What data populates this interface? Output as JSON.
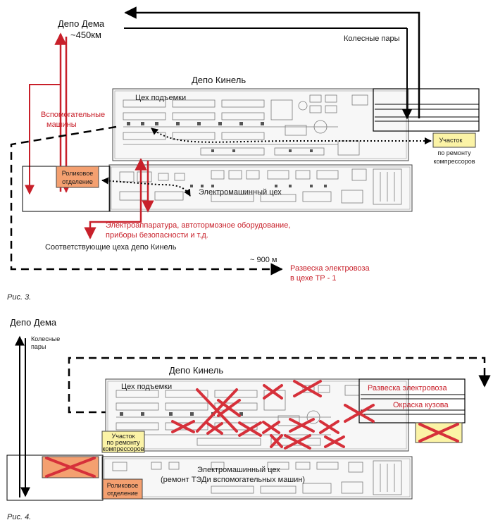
{
  "fig3": {
    "depot_dema": "Депо Дема",
    "distance_top": "~450км",
    "wheelsets": "Колесные пары",
    "depot_kinel": "Депо Кинель",
    "lifting_shop": "Цех подъемки",
    "aux_machines_line1": "Вспомогательные",
    "aux_machines_line2": "машины",
    "roller_line1": "Роликовое",
    "roller_line2": "отделение",
    "compressor_line1": "Участок",
    "compressor_line2": "по ремонту",
    "compressor_line3": "компрессоров",
    "electromachine_shop": "Электромашинный цех",
    "electro_line1": "Электроаппаратура, автотормозное оборудование,",
    "electro_line2": "приборы безопасности и т.д.",
    "shops_kinel": "Соответствующие цеха депо Кинель",
    "distance_bottom": "~ 900 м",
    "hanging_line1": "Развеска электровоза",
    "hanging_line2": "в цехе ТР - 1",
    "caption": "Рис. 3."
  },
  "fig4": {
    "depot_dema": "Депо Дема",
    "wheelsets_line1": "Колесные",
    "wheelsets_line2": "пары",
    "depot_kinel": "Депо Кинель",
    "lifting_shop": "Цех подъемки",
    "hanging": "Развеска электровоза",
    "painting": "Окраска кузова",
    "compressor_line1": "Участок",
    "compressor_line2": "по ремонту",
    "compressor_line3": "компрессоров",
    "electromachine_line1": "Электромашинный цех",
    "electromachine_line2": "(ремонт ТЭДи вспомогательных машин)",
    "roller_line1": "Роликовое",
    "roller_line2": "отделение",
    "caption": "Рис. 4."
  },
  "colors": {
    "red": "#c8202a",
    "orange": "#f4a070",
    "yellow": "#fbf3a6",
    "black": "#000000"
  }
}
